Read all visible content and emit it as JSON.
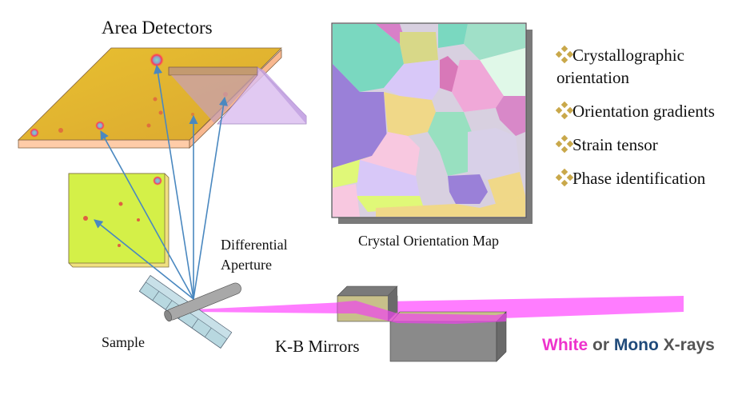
{
  "labels": {
    "area_detectors": "Area Detectors",
    "crystal_map": "Crystal Orientation Map",
    "differential": "Differential",
    "aperture": "Aperture",
    "sample": "Sample",
    "kb_mirrors": "K-B Mirrors"
  },
  "capabilities": [
    {
      "line1": "Crystallographic",
      "line2": "orientation"
    },
    {
      "line1": "Orientation gradients",
      "line2": ""
    },
    {
      "line1": "Strain tensor",
      "line2": ""
    },
    {
      "line1": "Phase identification",
      "line2": ""
    }
  ],
  "xray_legend": {
    "white": "White",
    "or": " or ",
    "mono": "Mono",
    "xrays": " X-rays"
  },
  "colors": {
    "white_beam": "#ee33cc",
    "mono": "#1f4a7a",
    "or_text": "#555555",
    "bullet": "#c9a84a",
    "ray": "#4a88c0",
    "detector_top": "#e0b030",
    "detector_side": "#ffd4a8",
    "detector_green": "#d4f048",
    "mirror_gray": "#8a8a8a",
    "mirror_coating": "#c8c08a",
    "beam": "#ff66ff"
  }
}
